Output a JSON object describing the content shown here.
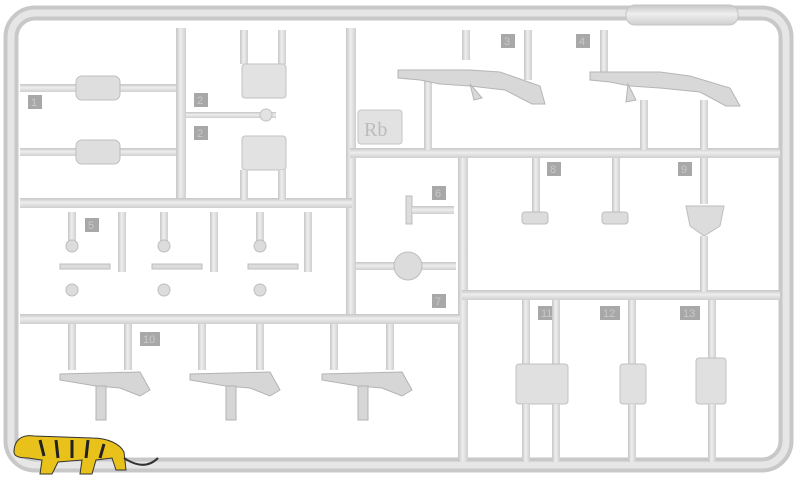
{
  "sprue": {
    "brand_mark": "Rb",
    "part_numbers": [
      "1",
      "2",
      "2",
      "3",
      "4",
      "5",
      "6",
      "7",
      "8",
      "9",
      "10",
      "11",
      "12",
      "13"
    ]
  },
  "colors": {
    "plastic": "#dcdcdc",
    "plastic_shadow": "#c3c3c3",
    "plastic_light": "#eeeeee",
    "tag": "#a8a8a8",
    "logo_body": "#e8c21a",
    "logo_stripes": "#222222"
  },
  "icons": {
    "logo": "tiger-logo-icon"
  }
}
